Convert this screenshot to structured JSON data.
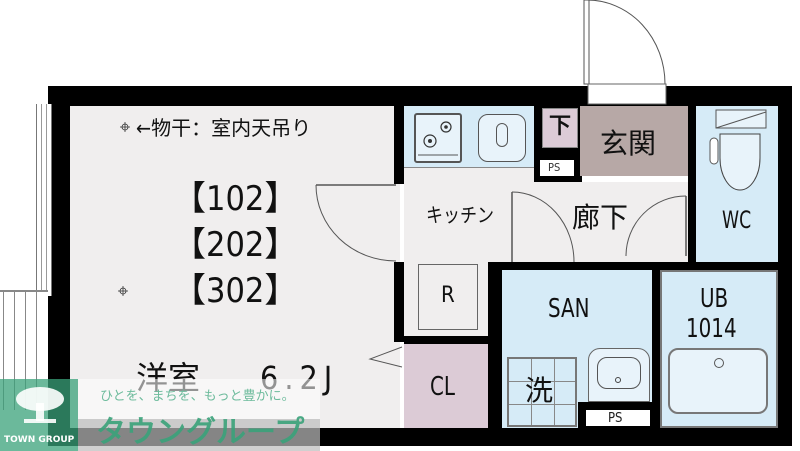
{
  "floorplan": {
    "unit_numbers": [
      "【102】",
      "【202】",
      "【302】"
    ],
    "rooms": {
      "western_room": {
        "label": "洋室",
        "size": "6.2J",
        "color": "#f0eeee"
      },
      "kitchen": {
        "label": "キッチン",
        "color": "#f0eeee"
      },
      "hallway": {
        "label": "廊下",
        "color": "#f0eeee"
      },
      "entrance": {
        "label": "玄関",
        "color": "#b7a8a6"
      },
      "shoe_box": {
        "label": "下",
        "color": "#dccbd6"
      },
      "ps_top": {
        "label": "PS"
      },
      "wc": {
        "label": "WC",
        "color": "#d6ebf7"
      },
      "refrigerator": {
        "label": "R"
      },
      "closet": {
        "label": "CL",
        "color": "#dccbd6"
      },
      "sanitary": {
        "label": "SAN",
        "color": "#d6ebf7"
      },
      "washer": {
        "label": "洗"
      },
      "ps_bottom": {
        "label": "PS"
      },
      "unit_bath": {
        "label_line1": "UB",
        "label_line2": "1014",
        "color": "#d6ebf7"
      }
    },
    "annotation": "←物干：室内天吊り",
    "colors": {
      "wall": "#000000",
      "floor": "#f0eeee",
      "water_area": "#d6ebf7",
      "entrance": "#b7a8a6",
      "storage": "#dccbd6"
    }
  },
  "watermark": {
    "brand_en": "TOWN GROUP",
    "tagline": "ひとを、まちを、もっと豊かに。",
    "brand_jp": "タウングループ",
    "logo_color": "#3aa27a"
  }
}
